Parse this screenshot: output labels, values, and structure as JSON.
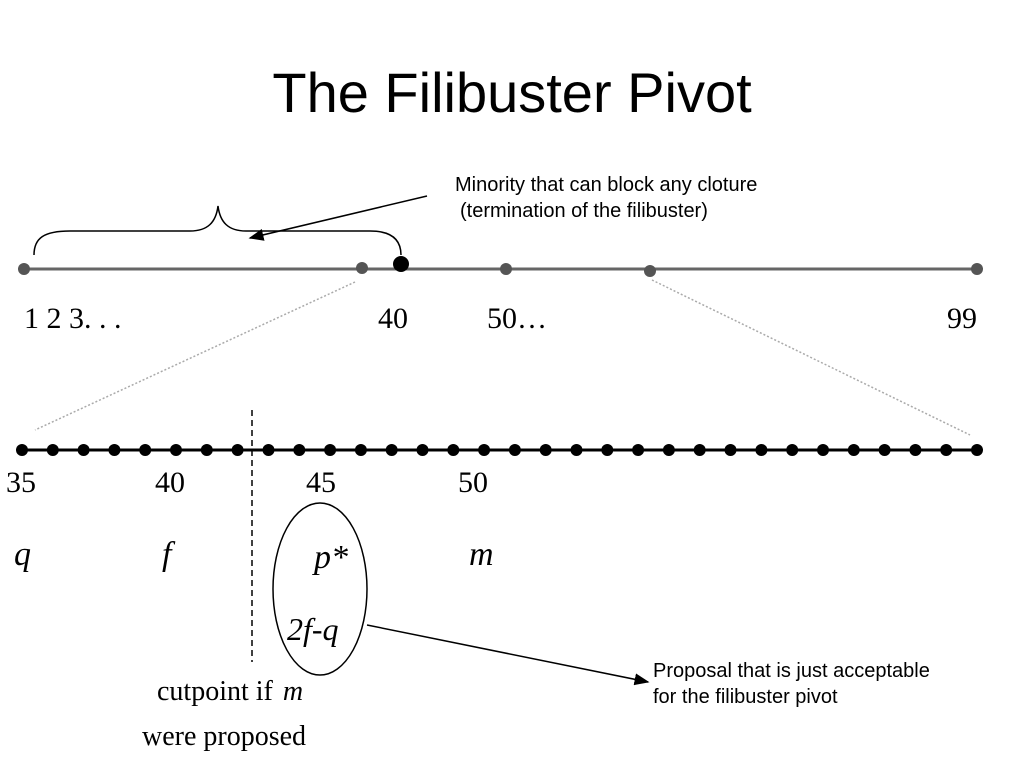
{
  "slide": {
    "title": "The Filibuster Pivot"
  },
  "callouts": {
    "minority_line1": "Minority that can block any cloture",
    "minority_line2": "(termination of the filibuster)",
    "proposal_line1": "Proposal that is just acceptable",
    "proposal_line2": "for the filibuster pivot"
  },
  "top_axis": {
    "labels": [
      "1 2 3. . .",
      "40",
      "50…",
      "99"
    ]
  },
  "zoom_axis": {
    "labels": [
      "35",
      "40",
      "45",
      "50"
    ],
    "dot_count": 32
  },
  "symbols": {
    "q": "q",
    "f": "f",
    "p_star": "p*",
    "two_f_minus_q": "2f-q",
    "m": "m"
  },
  "cutpoint": {
    "line1": "cutpoint if",
    "line1_var": "m",
    "line2": "were proposed"
  }
}
